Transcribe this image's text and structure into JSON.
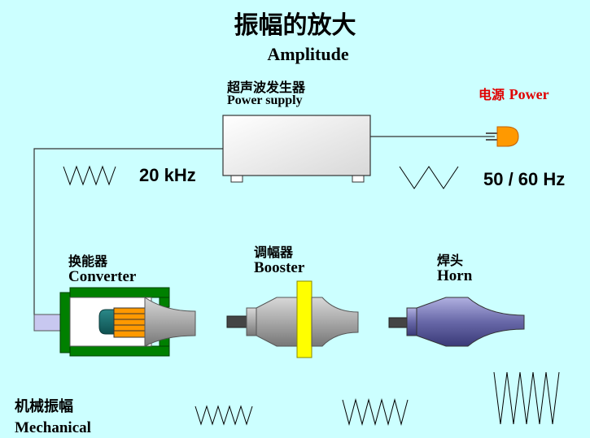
{
  "title": {
    "chinese": "振幅的放大",
    "english": "Amplitude"
  },
  "power_supply": {
    "label_cn": "超声波发生器",
    "label_en": "Power supply"
  },
  "mains": {
    "label_cn": "电源",
    "label_en": "Power",
    "color": "#e00000",
    "frequency": "50 / 60 Hz"
  },
  "output_frequency": "20 kHz",
  "converter": {
    "label_cn": "换能器",
    "label_en": "Converter"
  },
  "booster": {
    "label_cn": "调幅器",
    "label_en": "Booster"
  },
  "horn": {
    "label_cn": "焊头",
    "label_en": "Horn"
  },
  "mechanical": {
    "label_cn": "机械振幅",
    "label_en": "Mechanical"
  },
  "colors": {
    "background": "#ccffff",
    "converter_housing": "#008000",
    "piezo_stack": "#ff9900",
    "booster_ring": "#ffff00",
    "horn_body": "#7070b0",
    "plug": "#ff9900",
    "converter_end": "#c8c8f0"
  }
}
